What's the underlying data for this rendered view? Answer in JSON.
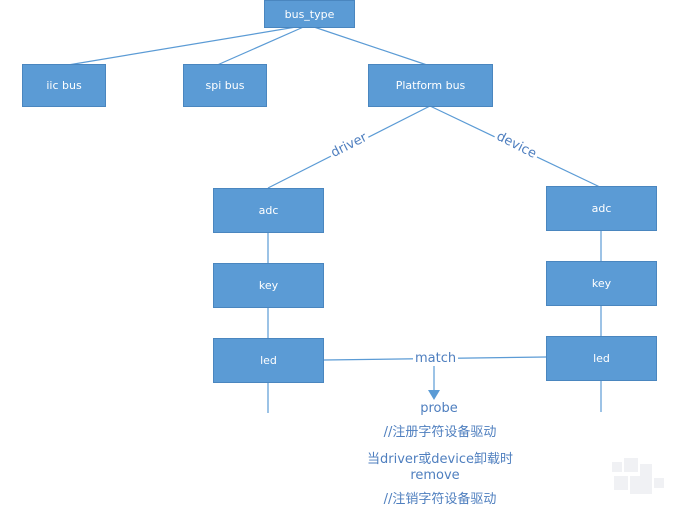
{
  "nodes": {
    "root": "bus_type",
    "iic": "iic  bus",
    "spi": "spi bus",
    "platform": "Platform  bus",
    "driver_adc": "adc",
    "driver_key": "key",
    "driver_led": "led",
    "device_adc": "adc",
    "device_key": "key",
    "device_led": "led"
  },
  "edge_labels": {
    "driver": "driver",
    "device": "device",
    "match": "match"
  },
  "notes": {
    "probe": "probe",
    "probe_comment": "//注册字符设备驱动",
    "unload": "当driver或device卸载时",
    "remove": "remove",
    "remove_comment": "//注销字符设备驱动"
  },
  "colors": {
    "box_fill": "#5b9bd5",
    "line": "#5b9bd5",
    "text": "#4f7fbf"
  }
}
